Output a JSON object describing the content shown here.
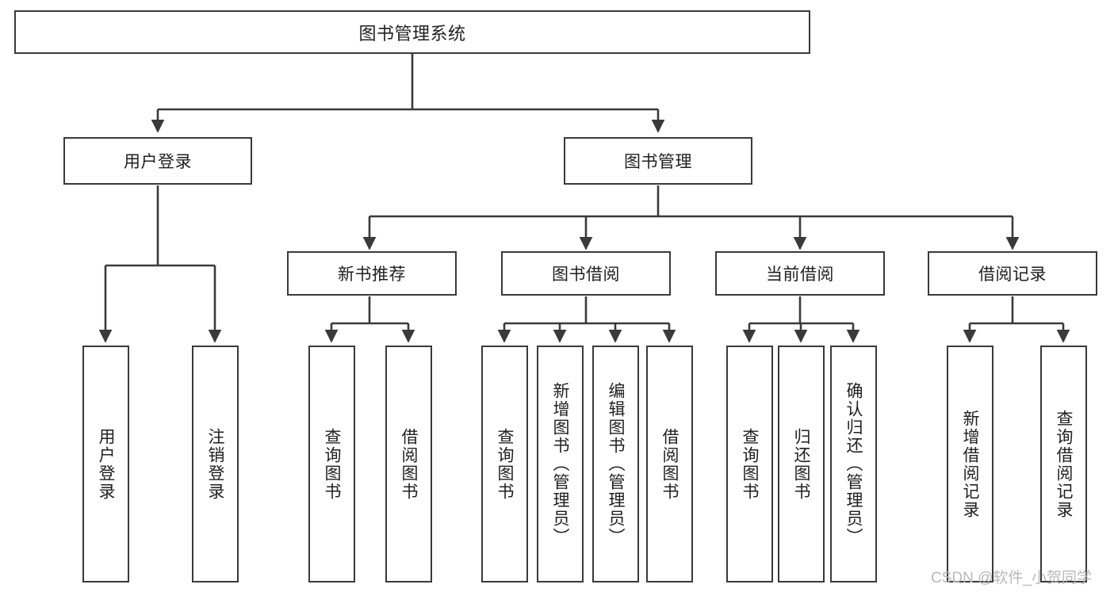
{
  "diagram": {
    "title": "图书管理系统",
    "type": "tree-hierarchy-diagram",
    "colors": {
      "box_border": "#3a3a3a",
      "box_fill": "#ffffff",
      "edge": "#3a3a3a",
      "text": "#1f1f1f",
      "watermark": "#b9b9b9"
    },
    "root": {
      "label": "图书管理系统"
    },
    "level1": [
      {
        "label": "用户登录"
      },
      {
        "label": "图书管理"
      }
    ],
    "level2": [
      {
        "label": "新书推荐"
      },
      {
        "label": "图书借阅"
      },
      {
        "label": "当前借阅"
      },
      {
        "label": "借阅记录"
      }
    ],
    "leaves": {
      "user_login": [
        {
          "label": "用户登录"
        },
        {
          "label": "注销登录"
        }
      ],
      "new_book_recommend": [
        {
          "label": "查询图书"
        },
        {
          "label": "借阅图书"
        }
      ],
      "book_borrow": [
        {
          "label": "查询图书"
        },
        {
          "label": "新增图书（管理员）"
        },
        {
          "label": "编辑图书（管理员）"
        },
        {
          "label": "借阅图书"
        }
      ],
      "current_borrow": [
        {
          "label": "查询图书"
        },
        {
          "label": "归还图书"
        },
        {
          "label": "确认归还（管理员）"
        }
      ],
      "borrow_record": [
        {
          "label": "新增借阅记录"
        },
        {
          "label": "查询借阅记录"
        }
      ]
    }
  },
  "watermark": {
    "text": "CSDN @软件_小贺同学"
  }
}
